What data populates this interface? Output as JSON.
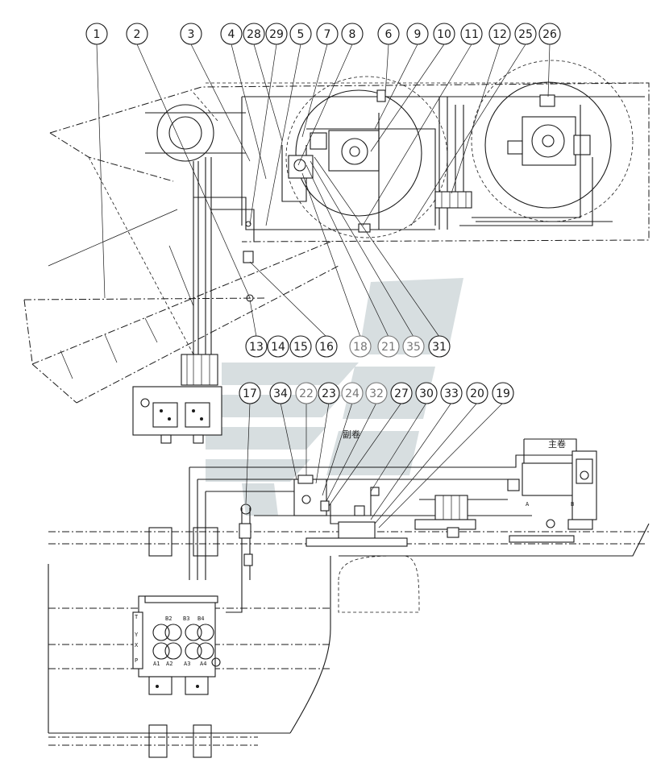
{
  "labels": {
    "b1": "1",
    "b2": "2",
    "b3": "3",
    "b4": "4",
    "b28": "28",
    "b29": "29",
    "b5": "5",
    "b7": "7",
    "b8": "8",
    "b6": "6",
    "b9": "9",
    "b10": "10",
    "b11": "11",
    "b12": "12",
    "b25": "25",
    "b26": "26",
    "b13": "13",
    "b14": "14",
    "b15": "15",
    "b16": "16",
    "b18": "18",
    "b21": "21",
    "b35": "35",
    "b31": "31",
    "b17": "17",
    "b34": "34",
    "b22": "22",
    "b23": "23",
    "b24": "24",
    "b32": "32",
    "b27": "27",
    "b30": "30",
    "b33": "33",
    "b20": "20",
    "b19": "19"
  },
  "annotations": {
    "main_winch": "主卷",
    "aux_winch": "副卷",
    "port_a": "A",
    "port_b": "B",
    "valve_ports": [
      "B2",
      "B3",
      "B4",
      "A1",
      "A2",
      "A3",
      "A4"
    ],
    "valve_side": [
      "T",
      "Y",
      "X",
      "P"
    ]
  },
  "colors": {
    "line": "#1a1a1a",
    "callout_muted": "#777777",
    "watermark": "#b7c3c6"
  }
}
